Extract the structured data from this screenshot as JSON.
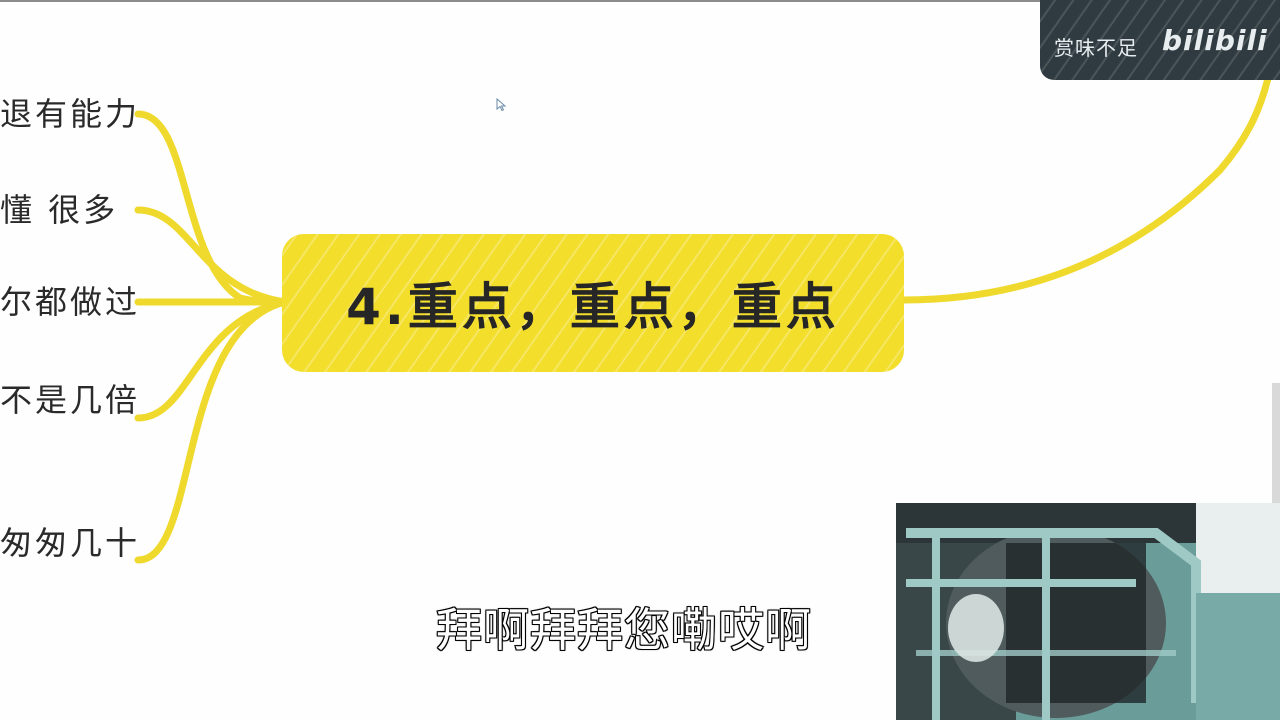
{
  "mindmap": {
    "central_title": "4.重点，重点，重点",
    "branches": [
      {
        "label": "退有能力"
      },
      {
        "label": "懂 很多"
      },
      {
        "label": "尔都做过"
      },
      {
        "label": "不是几倍"
      },
      {
        "label": "匆匆几十"
      }
    ],
    "colors": {
      "node_fill": "#f3de2c",
      "connector": "#efd92c",
      "text": "#262626"
    }
  },
  "watermark": {
    "text": "赏味不足",
    "logo": "bilibili"
  },
  "subtitle": {
    "text": "拜啊拜拜您嘞哎啊"
  },
  "cursor": {
    "icon": "arrow-pointer-icon"
  }
}
